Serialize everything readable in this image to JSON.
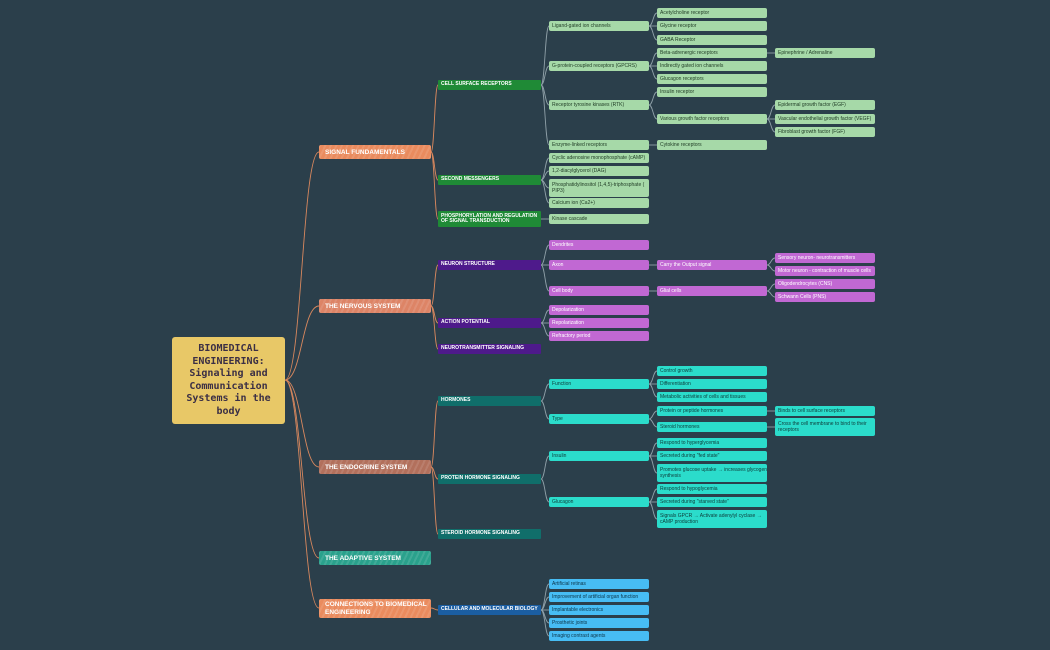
{
  "central_topic": "BIOMEDICAL ENGINEERING: Signaling and Communication Systems in the body",
  "branches": [
    {
      "id": "b1",
      "label": "SIGNAL FUNDAMENTALS",
      "color": "#ea8b5e",
      "subtopics": [
        {
          "label": "CELL SURFACE RECEPTORS",
          "color": "#1f8a36",
          "items": [
            {
              "label": "Ligand-gated ion channels",
              "children": [
                {
                  "label": "Acetylcholine receptor"
                },
                {
                  "label": "Glycine receptor"
                },
                {
                  "label": "GABA Receptor"
                }
              ]
            },
            {
              "label": "G-protein-coupled receptors (GPCRS)",
              "children": [
                {
                  "label": "Beta-adrenergic receptors",
                  "children": [
                    {
                      "label": "Epinephrine / Adrenaline"
                    }
                  ]
                },
                {
                  "label": "Indirectly gated ion channels"
                },
                {
                  "label": "Glucagon receptors"
                }
              ]
            },
            {
              "label": "Receptor tyrosine kinases (RTK)",
              "children": [
                {
                  "label": "Insulin receptor"
                },
                {
                  "label": "Various growth factor receptors",
                  "children": [
                    {
                      "label": "Epidermal growth factor (EGF)"
                    },
                    {
                      "label": "Vascular endothelial growth factor (VEGF)"
                    },
                    {
                      "label": "Fibroblast growth factor (FGF)"
                    }
                  ]
                }
              ]
            },
            {
              "label": "Enzyme-linked receptors",
              "children": [
                {
                  "label": "Cytokine receptors"
                }
              ]
            }
          ]
        },
        {
          "label": "SECOND MESSENGERS",
          "color": "#1f8a36",
          "items": [
            {
              "label": "Cyclic adenosine monophosphate (cAMP)"
            },
            {
              "label": "1,2-diacylglycerol (DAG)"
            },
            {
              "label": "Phosphatidylinositol (1,4,5)-triphosphate ( PIP3)"
            },
            {
              "label": "Calcium ion (Ca2+)"
            }
          ]
        },
        {
          "label": "PHOSPHORYLATION AND REGULATION OF SIGNAL TRANSDUCTION",
          "color": "#1f8a36",
          "items": [
            {
              "label": "Kinase cascade"
            }
          ]
        }
      ]
    },
    {
      "id": "b2",
      "label": "THE NERVOUS SYSTEM",
      "color": "#dd8466",
      "subtopics": [
        {
          "label": "NEURON STRUCTURE",
          "color": "#4e1a8b",
          "items": [
            {
              "label": "Dendrites"
            },
            {
              "label": "Axon",
              "children": [
                {
                  "label": "Carry the Output signal",
                  "children": [
                    {
                      "label": "Sensory neuron- neurotransmitters"
                    },
                    {
                      "label": "Motor neuron - contraction of muscle cells"
                    }
                  ]
                }
              ]
            },
            {
              "label": "Cell body",
              "children": [
                {
                  "label": "Glial cells",
                  "children": [
                    {
                      "label": "Oligodendrocytes (CNS)"
                    },
                    {
                      "label": "Schwann Cells (PNS)"
                    }
                  ]
                }
              ]
            }
          ]
        },
        {
          "label": "ACTION POTENTIAL",
          "color": "#4e1a8b",
          "items": [
            {
              "label": "Depolarization"
            },
            {
              "label": "Repolarization"
            },
            {
              "label": "Refractory period"
            }
          ]
        },
        {
          "label": "NEUROTRANSMITTER SIGNALING",
          "color": "#4e1a8b",
          "items": []
        }
      ]
    },
    {
      "id": "b3",
      "label": "THE ENDOCRINE SYSTEM",
      "color": "#b2705c",
      "subtopics": [
        {
          "label": "HORMONES",
          "color": "#106e6a",
          "items": [
            {
              "label": "Function",
              "children": [
                {
                  "label": "Control growth"
                },
                {
                  "label": "Differentiation"
                },
                {
                  "label": "Metabolic activities of cells and tissues"
                }
              ]
            },
            {
              "label": "Type",
              "children": [
                {
                  "label": "Protein or peptide hormones",
                  "children": [
                    {
                      "label": "Binds to cell surface receptors"
                    }
                  ]
                },
                {
                  "label": "Steroid hormones",
                  "children": [
                    {
                      "label": "Cross the cell membrane to bind to their receptors"
                    }
                  ]
                }
              ]
            }
          ]
        },
        {
          "label": "PROTEIN HORMONE SIGNALING",
          "color": "#106e6a",
          "items": [
            {
              "label": "Insulin",
              "children": [
                {
                  "label": "Respond to hyperglycemia"
                },
                {
                  "label": "Secreted during \"fed state\""
                },
                {
                  "label": "Promotes glucose uptake → increases glycogen synthesis"
                }
              ]
            },
            {
              "label": "Glucagon",
              "children": [
                {
                  "label": "Respond to hypoglycemia"
                },
                {
                  "label": "Secreted during \"starved state\""
                },
                {
                  "label": "Signals GPCR → Activate adenylyl cyclase → cAMP production"
                }
              ]
            }
          ]
        },
        {
          "label": "STEROID HORMONE SIGNALING",
          "color": "#106e6a",
          "items": []
        }
      ]
    },
    {
      "id": "b4",
      "label": "THE ADAPTIVE SYSTEM",
      "color": "#2aa18c",
      "subtopics": []
    },
    {
      "id": "b5",
      "label": "CONNECTIONS TO BIOMEDICAL ENGINEERING",
      "color": "#ea8b5e",
      "subtopics": [
        {
          "label": "CELLULAR AND MOLECULAR BIOLOGY",
          "color": "#1b5ea2",
          "items": [
            {
              "label": "Artificial retinas"
            },
            {
              "label": "Improvement of artificial organ function"
            },
            {
              "label": "Implantable electronics"
            },
            {
              "label": "Prosthetic joints"
            },
            {
              "label": "Imaging contrast agents"
            }
          ]
        }
      ]
    }
  ],
  "colors": {
    "background": "#2b3f4b",
    "central": "#e8c867",
    "connector": "#d9885e",
    "leaf_green": "#a6d9a8",
    "leaf_purple": "#c168d3",
    "leaf_teal": "#2bdccb",
    "leaf_blue": "#47bdf4"
  }
}
